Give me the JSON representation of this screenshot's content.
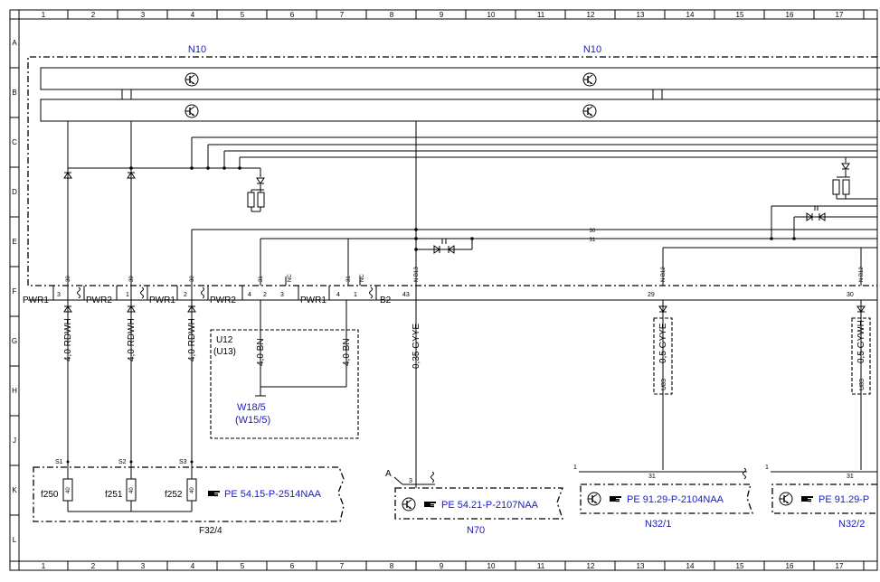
{
  "grid": {
    "columns": [
      "1",
      "2",
      "3",
      "4",
      "5",
      "6",
      "7",
      "8",
      "9",
      "10",
      "11",
      "12",
      "13",
      "14",
      "15",
      "16",
      "17"
    ],
    "rows": [
      "A",
      "B",
      "C",
      "D",
      "E",
      "F",
      "G",
      "H",
      "J",
      "K",
      "L"
    ]
  },
  "modules": {
    "n10_left": "N10",
    "n10_right": "N10",
    "u12": "U12",
    "u13": "(U13)",
    "w18": "W18/5",
    "w15": "(W15/5)",
    "f32": "F32/4",
    "n70": "N70",
    "n32_1": "N32/1",
    "n32_2": "N32/2"
  },
  "connectors": {
    "pwr1_a": "PWR1",
    "pwr2_a": "PWR2",
    "pwr1_b": "PWR1",
    "pwr2_b": "PWR2",
    "pwr1_c": "PWR1",
    "b2": "B2"
  },
  "pins": {
    "p3a": "3",
    "p1a": "1",
    "p2a": "2",
    "p4a": "4",
    "p2b": "2",
    "p3b": "3",
    "p4b": "4",
    "p1b": "1",
    "p43": "43",
    "p29": "29",
    "p30": "30",
    "n70_pin": "3",
    "n70_a": "A",
    "n32_1_pin": "31",
    "n32_1_one": "1",
    "n32_2_pin": "31",
    "n32_2_one": "1",
    "line30": "30",
    "line31": "31"
  },
  "terminals": {
    "t30a": "30",
    "t30b": "30",
    "t30c": "30",
    "t31a": "31",
    "nca": "NC",
    "t31b": "31",
    "ncb": "NC",
    "nb13": "N B13",
    "nb12a": "N B12",
    "nb12b": "N B12"
  },
  "wires": {
    "w1": "4,0 RDWH",
    "w2": "4,0 RDWH",
    "w3": "4,0 RDWH",
    "w4": "4,0 BN",
    "w5": "4,0 BN",
    "w6": "0,35 GYYE",
    "w7": "0,5 GYYE",
    "w8": "0,5 GYWH",
    "u83a": "U83",
    "u83b": "U83"
  },
  "fuses": {
    "s1": "S1",
    "s2": "S2",
    "s3": "S3",
    "f250": "f250",
    "f251": "f251",
    "f252": "f252",
    "fa": "40",
    "fb": "40",
    "fc": "40"
  },
  "references": {
    "ref_f32": "PE 54.15-P-2514NAA",
    "ref_n70": "PE 54.21-P-2107NAA",
    "ref_n32_1": "PE 91.29-P-2104NAA",
    "ref_n32_2": "PE 91.29-P"
  },
  "icons": [
    "transistor-icon",
    "diode-icon",
    "resistor-icon",
    "ground-icon",
    "pointing-hand-icon"
  ],
  "colors": {
    "line": "#000000",
    "reference": "#1a1acc"
  }
}
